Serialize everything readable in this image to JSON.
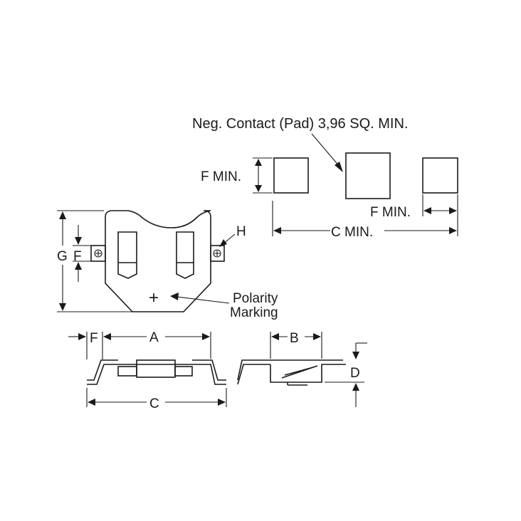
{
  "pad_note": "Neg. Contact (Pad) 3,96 SQ. MIN.",
  "labels": {
    "f_min_left": "F MIN.",
    "f_min_right": "F MIN.",
    "c_min": "C MIN.",
    "g": "G",
    "f": "F",
    "h": "H",
    "polarity_line1": "Polarity",
    "polarity_line2": "Marking",
    "polarity_symbol": "+",
    "f_bottom": "F",
    "a": "A",
    "c": "C",
    "b": "B",
    "d": "D"
  }
}
